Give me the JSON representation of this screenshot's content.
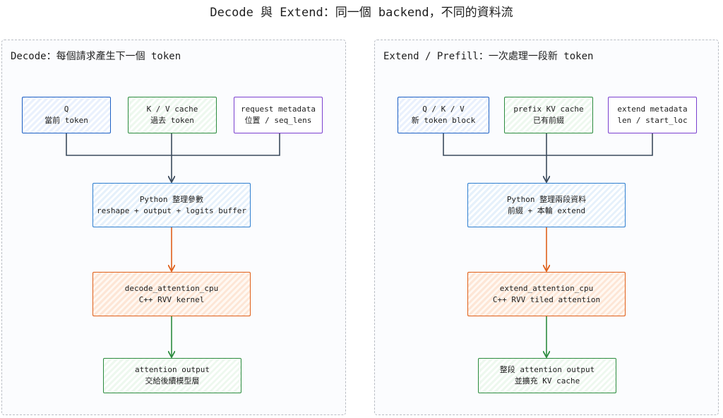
{
  "title": "Decode 與 Extend：同一個 backend，不同的資料流",
  "colors": {
    "blue": "#1c5fc4",
    "green": "#2c8c3f",
    "purple": "#7a3fcf",
    "orange": "#e0601a",
    "connector": "#3b4a5c"
  },
  "decode": {
    "title": "Decode：每個請求產生下一個 token",
    "inputs": [
      {
        "line1": "Q",
        "line2": "當前 token"
      },
      {
        "line1": "K / V cache",
        "line2": "過去 token"
      },
      {
        "line1": "request metadata",
        "line2": "位置 / seq_lens"
      }
    ],
    "prep": {
      "line1": "Python 整理參數",
      "line2": "reshape + output + logits buffer"
    },
    "kernel": {
      "line1": "decode_attention_cpu",
      "line2": "C++ RVV kernel"
    },
    "output": {
      "line1": "attention output",
      "line2": "交給後續模型層"
    }
  },
  "extend": {
    "title": "Extend / Prefill：一次處理一段新 token",
    "inputs": [
      {
        "line1": "Q / K / V",
        "line2": "新 token block"
      },
      {
        "line1": "prefix KV cache",
        "line2": "已有前綴"
      },
      {
        "line1": "extend metadata",
        "line2": "len / start_loc"
      }
    ],
    "prep": {
      "line1": "Python 整理兩段資料",
      "line2": "前綴 + 本輪 extend"
    },
    "kernel": {
      "line1": "extend_attention_cpu",
      "line2": "C++ RVV tiled attention"
    },
    "output": {
      "line1": "整段 attention output",
      "line2": "並擴充 KV cache"
    }
  }
}
